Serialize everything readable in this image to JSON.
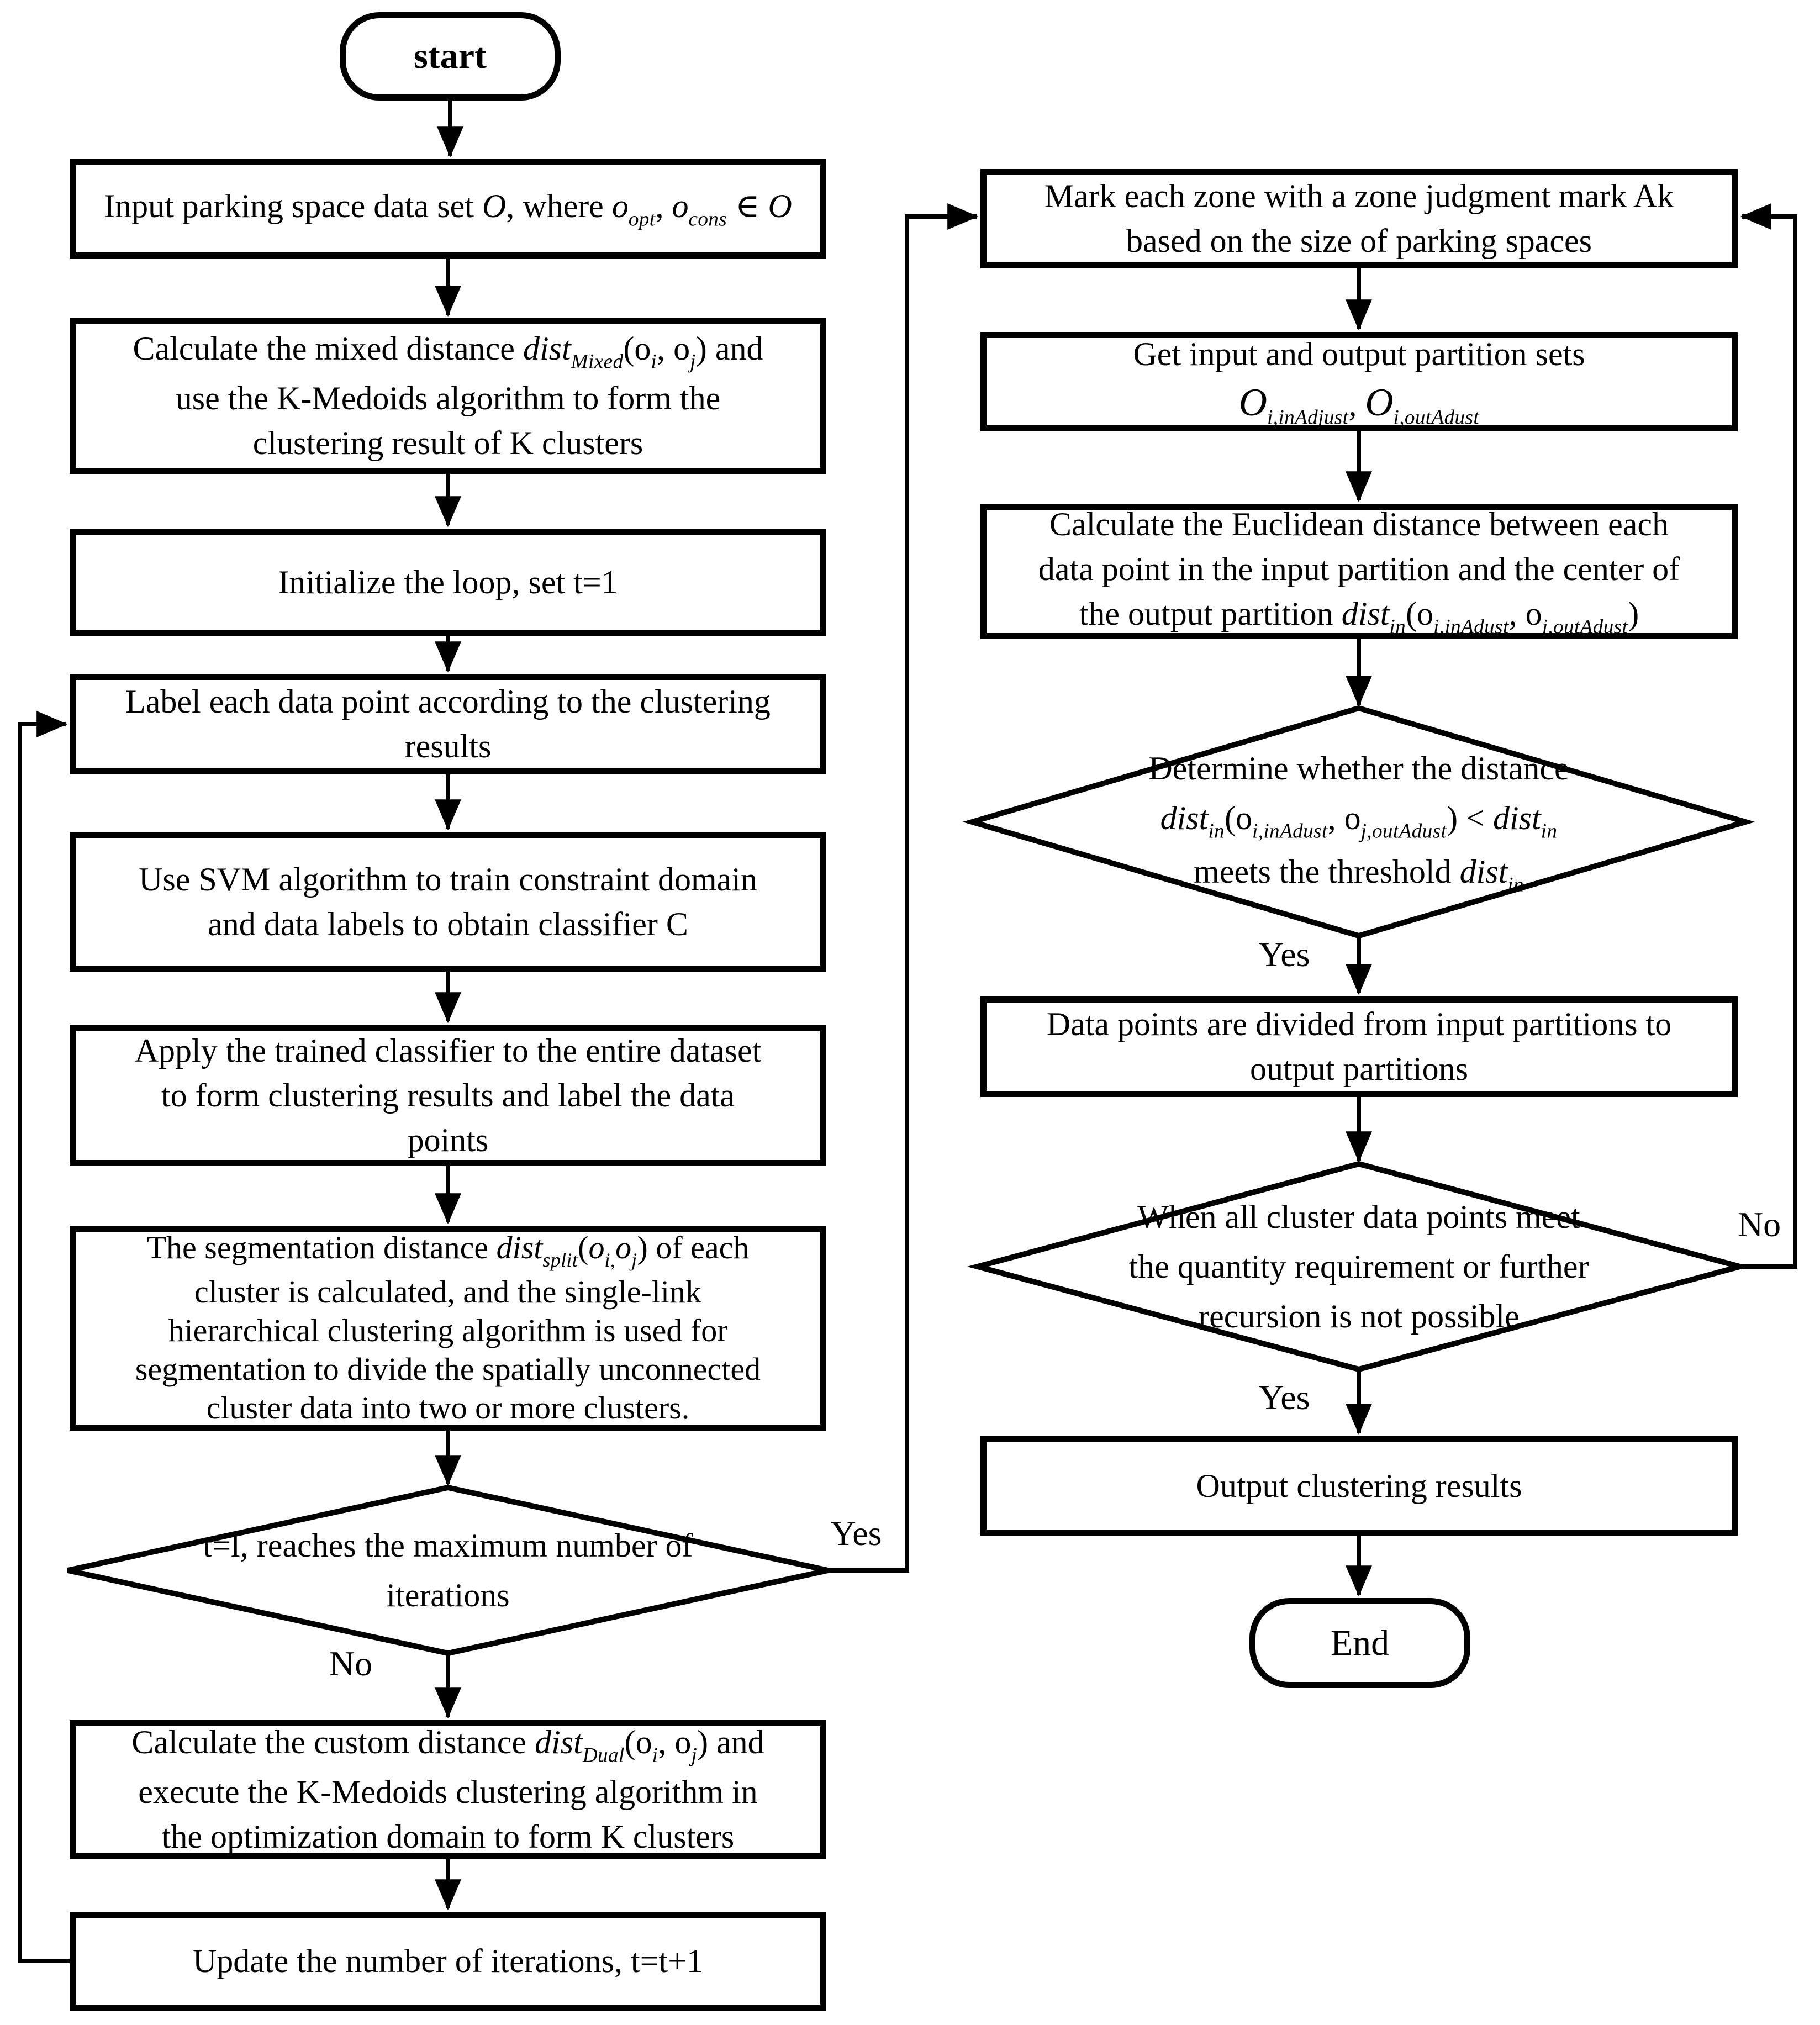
{
  "colors": {
    "ink": "#000000",
    "background": "#ffffff"
  },
  "labels": {
    "start": "start",
    "end": "End"
  },
  "edge_labels": {
    "no_max_iter": "No",
    "yes_max_iter": "Yes",
    "yes_threshold": "Yes",
    "yes_quantity": "Yes",
    "no_quantity": "No"
  },
  "nodes": {
    "input_data": {
      "rich": [
        {
          "t": "Input parking space data set "
        },
        {
          "t": "O",
          "s": "i"
        },
        {
          "t": ", where "
        },
        {
          "t": "o",
          "s": "i"
        },
        {
          "t": "opt",
          "s": "si"
        },
        {
          "t": ", "
        },
        {
          "t": "o",
          "s": "i"
        },
        {
          "t": "cons",
          "s": "si"
        },
        {
          "t": " ∈ "
        },
        {
          "t": "O",
          "s": "i"
        }
      ]
    },
    "calc_mixed": {
      "rich": [
        {
          "t": "Calculate the mixed distance "
        },
        {
          "t": "dist",
          "s": "i"
        },
        {
          "t": "Mixed",
          "s": "si"
        },
        {
          "t": "(o"
        },
        {
          "t": "i",
          "s": "si"
        },
        {
          "t": ", o"
        },
        {
          "t": "j",
          "s": "si"
        },
        {
          "t": ") and"
        },
        {
          "s": "br"
        },
        {
          "t": "use the K-Medoids algorithm to form the"
        },
        {
          "s": "br"
        },
        {
          "t": "clustering result of K clusters"
        }
      ]
    },
    "init_loop": {
      "rich": [
        {
          "t": "Initialize the loop, set t=1"
        }
      ]
    },
    "label_points": {
      "rich": [
        {
          "t": "Label each data point according to the clustering"
        },
        {
          "s": "br"
        },
        {
          "t": "results"
        }
      ]
    },
    "train_svm": {
      "rich": [
        {
          "t": "Use SVM algorithm to train constraint domain"
        },
        {
          "s": "br"
        },
        {
          "t": "and data labels to obtain classifier C"
        }
      ]
    },
    "apply_classifier": {
      "rich": [
        {
          "t": "Apply the trained classifier to the entire dataset"
        },
        {
          "s": "br"
        },
        {
          "t": "to form clustering results and label the data"
        },
        {
          "s": "br"
        },
        {
          "t": "points"
        }
      ]
    },
    "segmentation": {
      "rich": [
        {
          "t": "The segmentation distance "
        },
        {
          "t": "dist",
          "s": "i"
        },
        {
          "t": "split",
          "s": "si"
        },
        {
          "t": "("
        },
        {
          "t": "o",
          "s": "i"
        },
        {
          "t": "i,",
          "s": "si"
        },
        {
          "t": "o",
          "s": "i"
        },
        {
          "t": "j",
          "s": "si"
        },
        {
          "t": ") of each"
        },
        {
          "s": "br"
        },
        {
          "t": "cluster is calculated, and the single-link"
        },
        {
          "s": "br"
        },
        {
          "t": "hierarchical clustering algorithm is used for"
        },
        {
          "s": "br"
        },
        {
          "t": "segmentation to divide the spatially unconnected"
        },
        {
          "s": "br"
        },
        {
          "t": "cluster data into two or more clusters."
        }
      ]
    },
    "decision_max_iter": {
      "rich": [
        {
          "t": "t=l, reaches the maximum number of"
        },
        {
          "s": "br"
        },
        {
          "t": "iterations"
        }
      ]
    },
    "calc_custom": {
      "rich": [
        {
          "t": "Calculate the custom distance "
        },
        {
          "t": "dist",
          "s": "i"
        },
        {
          "t": "Dual",
          "s": "si"
        },
        {
          "t": "(o"
        },
        {
          "t": "i",
          "s": "si"
        },
        {
          "t": ", o"
        },
        {
          "t": "j",
          "s": "si"
        },
        {
          "t": ") and"
        },
        {
          "s": "br"
        },
        {
          "t": "execute the K-Medoids clustering algorithm in"
        },
        {
          "s": "br"
        },
        {
          "t": "the optimization domain to form K clusters"
        }
      ]
    },
    "update_iter": {
      "rich": [
        {
          "t": "Update the number of iterations, t=t+1"
        }
      ]
    },
    "mark_zones": {
      "rich": [
        {
          "t": "Mark each zone with a zone judgment mark Ak"
        },
        {
          "s": "br"
        },
        {
          "t": "based on the size of parking spaces"
        }
      ]
    },
    "get_partitions": {
      "rich": [
        {
          "t": "Get input and output partition sets"
        },
        {
          "s": "br"
        },
        {
          "t": "O",
          "s": "I"
        },
        {
          "t": "i,inAdjust",
          "s": "si"
        },
        {
          "t": ", "
        },
        {
          "t": "O",
          "s": "I"
        },
        {
          "t": "i,outAdust",
          "s": "si"
        }
      ]
    },
    "calc_euclidean": {
      "rich": [
        {
          "t": "Calculate the Euclidean distance between each"
        },
        {
          "s": "br"
        },
        {
          "t": "data point in the input partition and the center of"
        },
        {
          "s": "br"
        },
        {
          "t": "the output partition "
        },
        {
          "t": "dist",
          "s": "i"
        },
        {
          "t": "in",
          "s": "si"
        },
        {
          "t": "(o"
        },
        {
          "t": "i,inAdust",
          "s": "si"
        },
        {
          "t": ", o"
        },
        {
          "t": "j,outAdust",
          "s": "si"
        },
        {
          "t": ")"
        }
      ]
    },
    "decision_threshold": {
      "rich": [
        {
          "t": "Determine whether the distance"
        },
        {
          "s": "br"
        },
        {
          "t": "dist",
          "s": "i"
        },
        {
          "t": "in",
          "s": "si"
        },
        {
          "t": "(o"
        },
        {
          "t": "i,inAdust",
          "s": "si"
        },
        {
          "t": ", o"
        },
        {
          "t": "j,outAdust",
          "s": "si"
        },
        {
          "t": ") < "
        },
        {
          "t": "dist",
          "s": "i"
        },
        {
          "t": "in",
          "s": "si"
        },
        {
          "s": "br"
        },
        {
          "t": "meets the threshold "
        },
        {
          "t": "dist",
          "s": "i"
        },
        {
          "t": "in",
          "s": "si"
        }
      ]
    },
    "divide_points": {
      "rich": [
        {
          "t": "Data points are divided from input partitions to"
        },
        {
          "s": "br"
        },
        {
          "t": "output partitions"
        }
      ]
    },
    "decision_quantity": {
      "rich": [
        {
          "t": "When all cluster data points meet"
        },
        {
          "s": "br"
        },
        {
          "t": "the quantity requirement or further"
        },
        {
          "s": "br"
        },
        {
          "t": "recursion is not possible"
        }
      ]
    },
    "output_results": {
      "rich": [
        {
          "t": "Output clustering results"
        }
      ]
    }
  }
}
